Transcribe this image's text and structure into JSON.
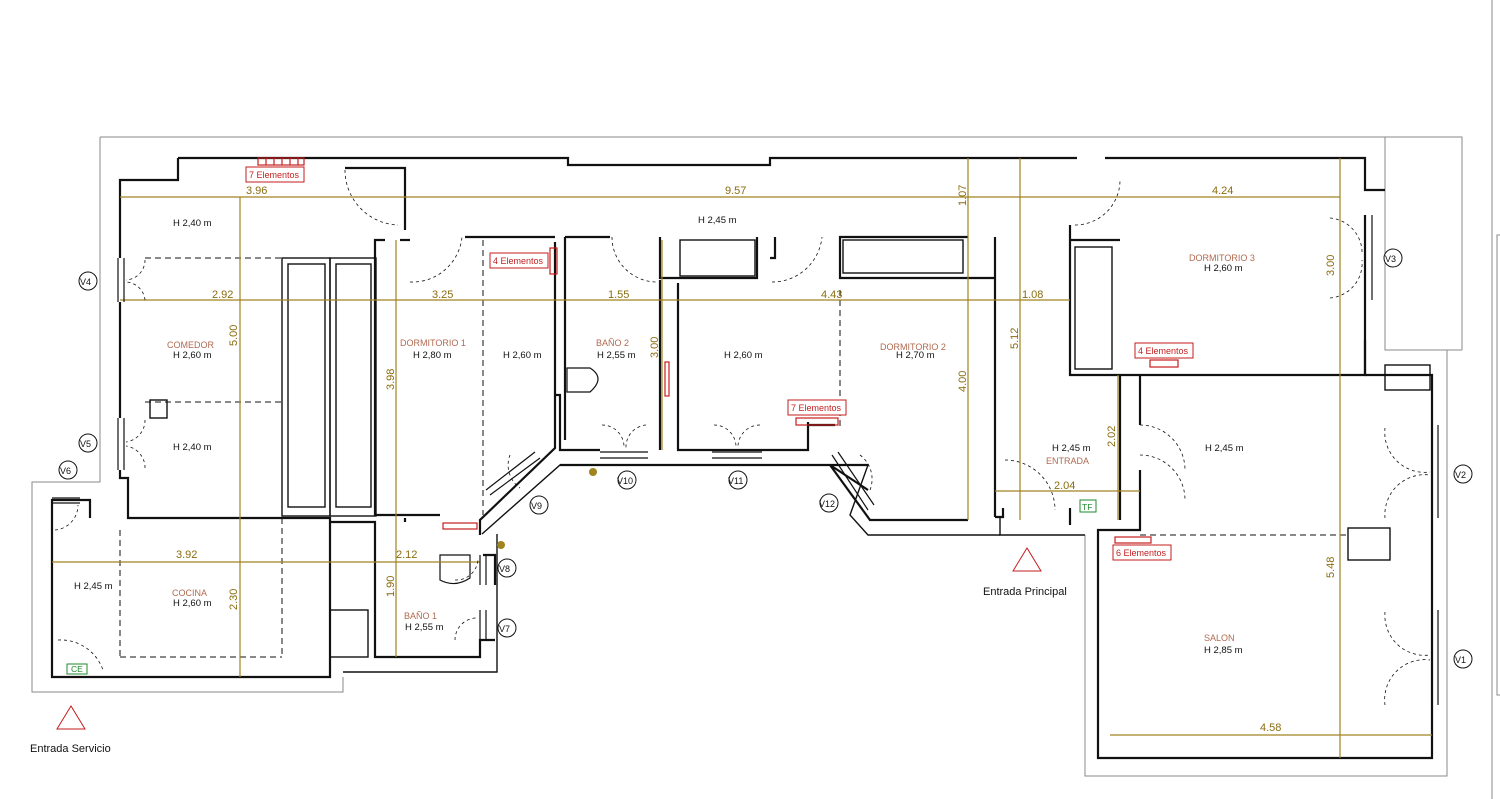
{
  "rooms": [
    {
      "id": "comedor",
      "name": "COMEDOR",
      "height": "H 2,60 m"
    },
    {
      "id": "cocina",
      "name": "COCINA",
      "height": "H 2,60 m"
    },
    {
      "id": "dormitorio1",
      "name": "DORMITORIO 1",
      "height": "H 2,80 m"
    },
    {
      "id": "bano2",
      "name": "BAÑO 2",
      "height": "H 2,55 m"
    },
    {
      "id": "dormitorio2",
      "name": "DORMITORIO 2",
      "height": "H 2,70 m"
    },
    {
      "id": "dormitorio3",
      "name": "DORMITORIO 3",
      "height": "H 2,60 m"
    },
    {
      "id": "entrada",
      "name": "ENTRADA",
      "height": "H 2,45 m"
    },
    {
      "id": "bano1",
      "name": "BAÑO 1",
      "height": "H 2,55 m"
    },
    {
      "id": "salon",
      "name": "SALON",
      "height": "H 2,85 m"
    }
  ],
  "heights": [
    "H 2,40 m",
    "H 2,40 m",
    "H 2,45 m",
    "H 2,60 m",
    "H 2,45 m",
    "H 2,60 m",
    "H 2,45 m"
  ],
  "dimensions": [
    "3.96",
    "9.57",
    "4.24",
    "2.92",
    "3.25",
    "1.55",
    "4.43",
    "1.08",
    "5.00",
    "3.98",
    "3.00",
    "4.00",
    "5.12",
    "1.07",
    "3.00",
    "2.02",
    "2.04",
    "3.92",
    "2.12",
    "2.30",
    "1.90",
    "5.48",
    "4.58"
  ],
  "radiators": [
    "7 Elementos",
    "4 Elementos",
    "7 Elementos",
    "4 Elementos",
    "6 Elementos"
  ],
  "windows": [
    "V1",
    "V2",
    "V3",
    "V4",
    "V5",
    "V6",
    "V7",
    "V8",
    "V9",
    "V10",
    "V11",
    "V12"
  ],
  "meters": [
    "TF",
    "CE"
  ],
  "entrances": [
    "Entrada Principal",
    "Entrada Servicio"
  ]
}
